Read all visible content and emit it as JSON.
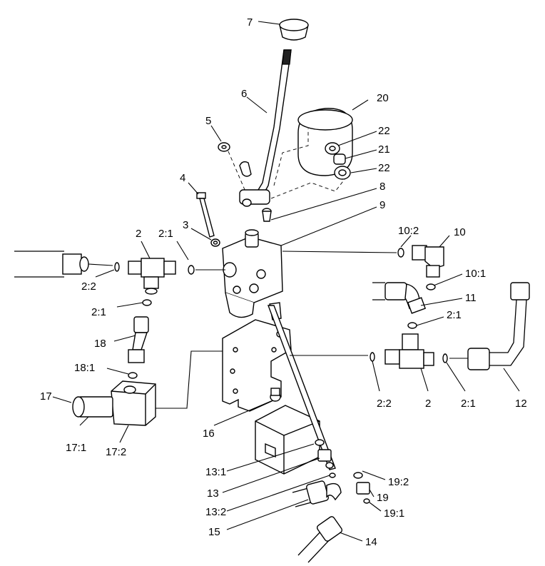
{
  "labels": {
    "l7": "7",
    "l6": "6",
    "l20": "20",
    "l5": "5",
    "l22a": "22",
    "l21": "21",
    "l22b": "22",
    "l4": "4",
    "l8": "8",
    "l9": "9",
    "l2a": "2",
    "l2_1a": "2:1",
    "l3": "3",
    "l10_2": "10:2",
    "l10": "10",
    "l10_1": "10:1",
    "l2_2a": "2:2",
    "l11": "11",
    "l2_1b": "2:1",
    "l2_1c": "2:1",
    "l18": "18",
    "l18_1": "18:1",
    "l17": "17",
    "l17_1": "17:1",
    "l17_2": "17:2",
    "l16": "16",
    "l2_2b": "2:2",
    "l2b": "2",
    "l2_1d": "2:1",
    "l12": "12",
    "l13_1": "13:1",
    "l13": "13",
    "l13_2": "13:2",
    "l15": "15",
    "l19_2": "19:2",
    "l19": "19",
    "l19_1": "19:1",
    "l14": "14"
  }
}
